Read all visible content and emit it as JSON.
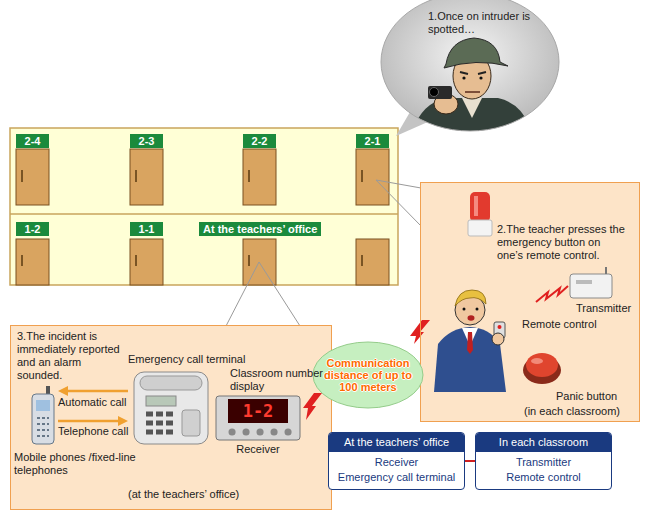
{
  "diagram": {
    "nodes": [
      {
        "text": [
          "1.Once on intruder is spotted…"
        ]
      },
      {
        "text": [
          "2-4"
        ]
      },
      {
        "text": [
          "2-3"
        ]
      },
      {
        "text": [
          "2-2"
        ]
      },
      {
        "text": [
          "2-1"
        ]
      },
      {
        "text": [
          "1-2"
        ]
      },
      {
        "text": [
          "1-1"
        ]
      },
      {
        "text": [
          "At the teachers’ office"
        ]
      },
      {
        "text": [
          "2.The teacher presses the emergency button on one’s remote control."
        ]
      },
      {
        "text": [
          "3.The incident is immediately reported and an alarm sounded."
        ]
      },
      {
        "text": [
          "Communication distance of up to 100 meters"
        ]
      },
      {
        "text": [
          "At the teachers’ office",
          "Receiver",
          "Emergency call terminal"
        ]
      },
      {
        "text": [
          "In each classroom",
          "Transmitter",
          "Remote control"
        ]
      }
    ],
    "edges": [
      {
        "from": 11,
        "to": 12,
        "arrow": "none"
      }
    ],
    "labels": [
      "Transmitter",
      "Remote control",
      "Panic button",
      "(in each classroom)",
      "Emergency call terminal",
      "Classroom number display",
      "1-2",
      "Receiver",
      "Automatic call",
      "Telephone call",
      "Mobile phones /fixed-line telephones",
      "(at the teachers’ office)"
    ]
  }
}
